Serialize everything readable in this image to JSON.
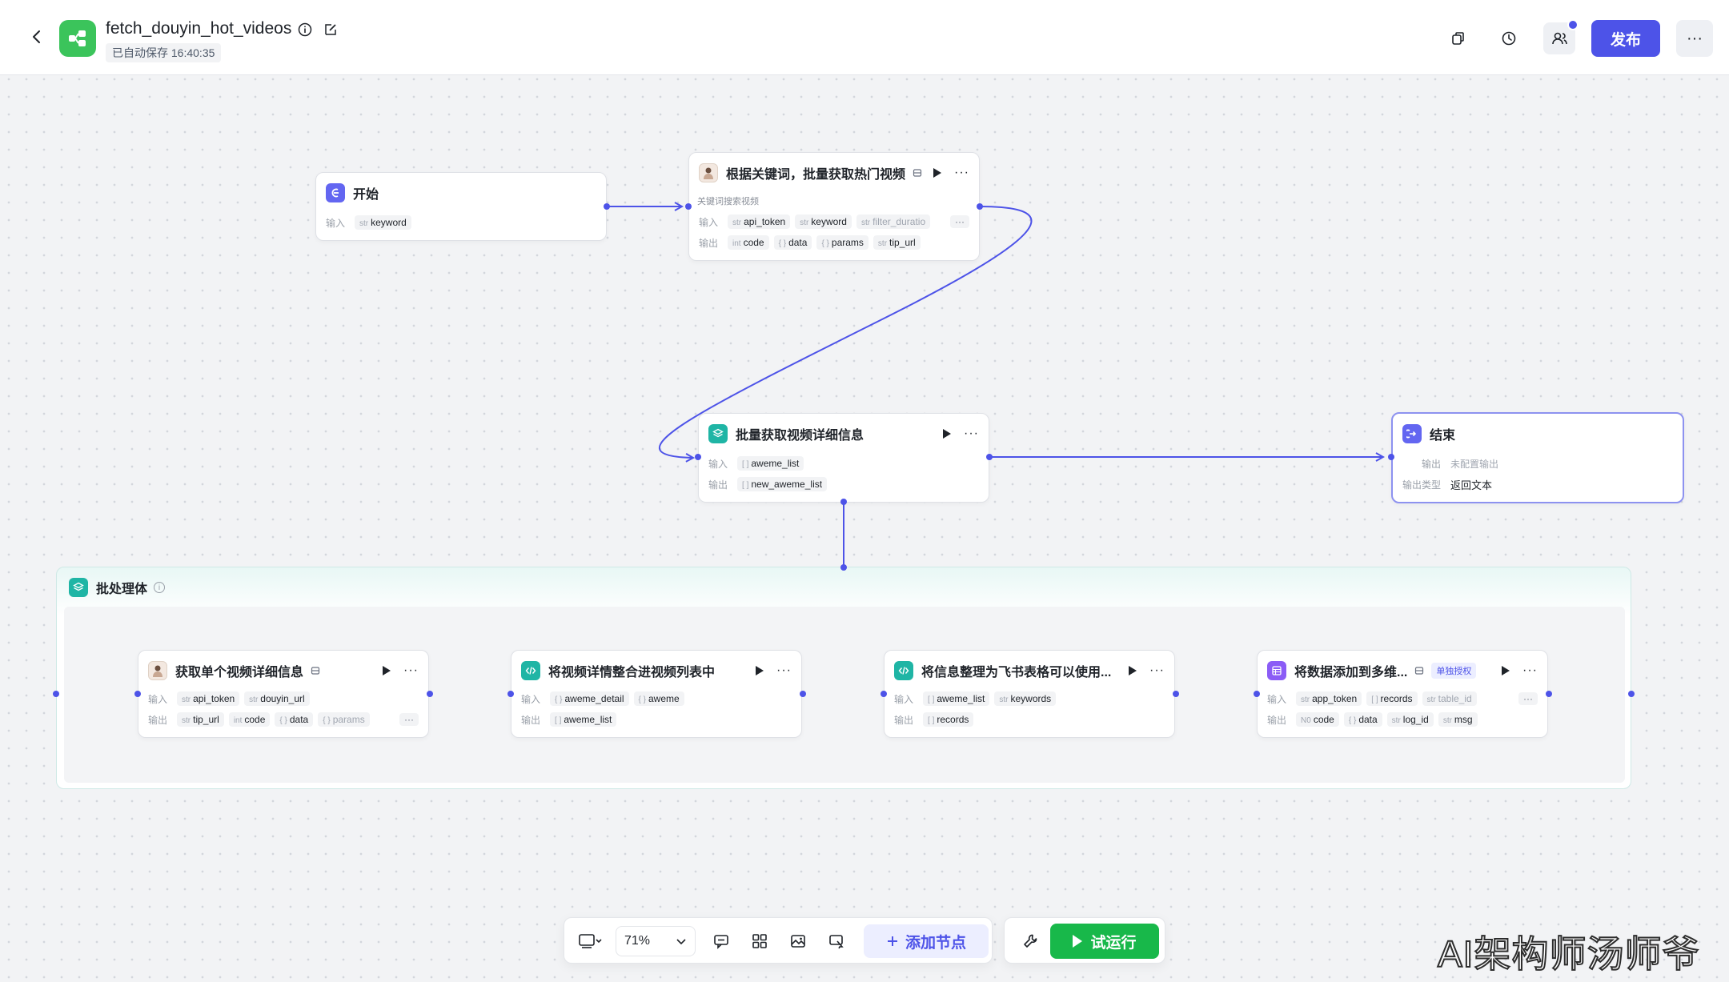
{
  "header": {
    "title": "fetch_douyin_hot_videos",
    "autosave": "已自动保存 16:40:35",
    "publish_label": "发布",
    "more_label": "···"
  },
  "colors": {
    "accent": "#4d53e8",
    "run": "#18b84a",
    "edge": "#4d53e8"
  },
  "nodes": {
    "start": {
      "title": "开始",
      "input_label": "输入",
      "inputs": [
        {
          "type": "str",
          "name": "keyword"
        }
      ]
    },
    "search": {
      "title": "根据关键词，批量获取热门视频",
      "subtitle": "关键词搜索视频",
      "input_label": "输入",
      "output_label": "输出",
      "inputs": [
        {
          "type": "str",
          "name": "api_token"
        },
        {
          "type": "str",
          "name": "keyword"
        },
        {
          "type": "str",
          "name": "filter_duratio"
        }
      ],
      "outputs": [
        {
          "type": "int",
          "name": "code"
        },
        {
          "type": "{ }",
          "name": "data"
        },
        {
          "type": "{ }",
          "name": "params"
        },
        {
          "type": "str",
          "name": "tip_url"
        }
      ],
      "more": "···"
    },
    "batch_detail": {
      "title": "批量获取视频详细信息",
      "input_label": "输入",
      "output_label": "输出",
      "inputs": [
        {
          "type": "[ ]",
          "name": "aweme_list"
        }
      ],
      "outputs": [
        {
          "type": "[ ]",
          "name": "new_aweme_list"
        }
      ]
    },
    "end": {
      "title": "结束",
      "output_label": "输出",
      "output_value": "未配置输出",
      "output_type_label": "输出类型",
      "output_type_value": "返回文本"
    }
  },
  "batch": {
    "title": "批处理体",
    "info": "i",
    "nodes": [
      {
        "title": "获取单个视频详细信息",
        "input_label": "输入",
        "output_label": "输出",
        "inputs": [
          {
            "type": "str",
            "name": "api_token"
          },
          {
            "type": "str",
            "name": "douyin_url"
          }
        ],
        "outputs": [
          {
            "type": "str",
            "name": "tip_url"
          },
          {
            "type": "int",
            "name": "code"
          },
          {
            "type": "{ }",
            "name": "data"
          },
          {
            "type": "{ }",
            "name": "params"
          }
        ],
        "more": "···"
      },
      {
        "title": "将视频详情整合进视频列表中",
        "input_label": "输入",
        "output_label": "输出",
        "inputs": [
          {
            "type": "{ }",
            "name": "aweme_detail"
          },
          {
            "type": "{ }",
            "name": "aweme"
          }
        ],
        "outputs": [
          {
            "type": "[ ]",
            "name": "aweme_list"
          }
        ]
      },
      {
        "title": "将信息整理为飞书表格可以使用...",
        "input_label": "输入",
        "output_label": "输出",
        "inputs": [
          {
            "type": "[ ]",
            "name": "aweme_list"
          },
          {
            "type": "str",
            "name": "keywords"
          }
        ],
        "outputs": [
          {
            "type": "[ ]",
            "name": "records"
          }
        ]
      },
      {
        "title": "将数据添加到多维...",
        "auth_tag": "单独授权",
        "input_label": "输入",
        "output_label": "输出",
        "inputs": [
          {
            "type": "str",
            "name": "app_token"
          },
          {
            "type": "[ ]",
            "name": "records"
          },
          {
            "type": "str",
            "name": "table_id"
          }
        ],
        "outputs": [
          {
            "type": "N0",
            "name": "code"
          },
          {
            "type": "{ }",
            "name": "data"
          },
          {
            "type": "str",
            "name": "log_id"
          },
          {
            "type": "str",
            "name": "msg"
          }
        ],
        "more": "···"
      }
    ]
  },
  "toolbar": {
    "zoom": "71%",
    "add_node_label": "添加节点",
    "trial_run_label": "试运行"
  },
  "watermark": "AI架构师汤师爷"
}
